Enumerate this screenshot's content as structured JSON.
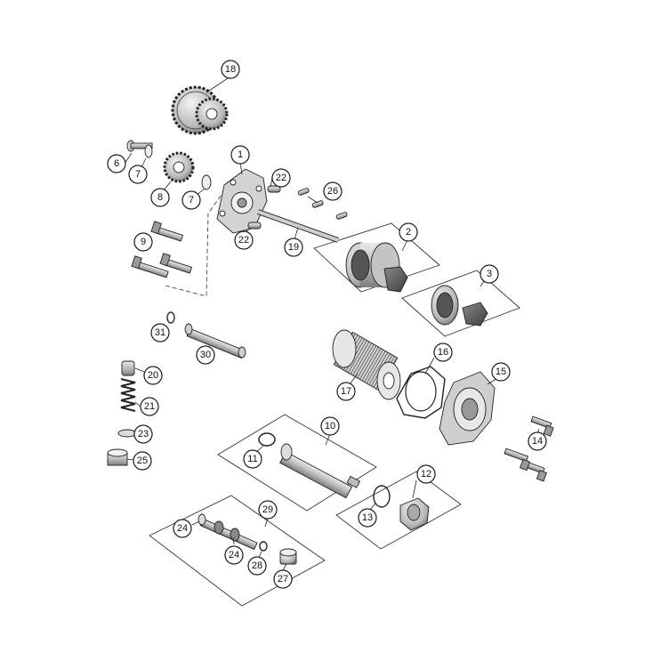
{
  "callouts": [
    {
      "id": "c18",
      "label": "18"
    },
    {
      "id": "c1",
      "label": "1"
    },
    {
      "id": "c6",
      "label": "6"
    },
    {
      "id": "c7a",
      "label": "7"
    },
    {
      "id": "c7b",
      "label": "7"
    },
    {
      "id": "c8",
      "label": "8"
    },
    {
      "id": "c22a",
      "label": "22"
    },
    {
      "id": "c22b",
      "label": "22"
    },
    {
      "id": "c26",
      "label": "26"
    },
    {
      "id": "c9",
      "label": "9"
    },
    {
      "id": "c19",
      "label": "19"
    },
    {
      "id": "c2",
      "label": "2"
    },
    {
      "id": "c3",
      "label": "3"
    },
    {
      "id": "c31",
      "label": "31"
    },
    {
      "id": "c30",
      "label": "30"
    },
    {
      "id": "c16",
      "label": "16"
    },
    {
      "id": "c15",
      "label": "15"
    },
    {
      "id": "c17",
      "label": "17"
    },
    {
      "id": "c20",
      "label": "20"
    },
    {
      "id": "c21",
      "label": "21"
    },
    {
      "id": "c23",
      "label": "23"
    },
    {
      "id": "c25",
      "label": "25"
    },
    {
      "id": "c10",
      "label": "10"
    },
    {
      "id": "c11",
      "label": "11"
    },
    {
      "id": "c14",
      "label": "14"
    },
    {
      "id": "c12",
      "label": "12"
    },
    {
      "id": "c13",
      "label": "13"
    },
    {
      "id": "c29",
      "label": "29"
    },
    {
      "id": "c24a",
      "label": "24"
    },
    {
      "id": "c24b",
      "label": "24"
    },
    {
      "id": "c28",
      "label": "28"
    },
    {
      "id": "c27",
      "label": "27"
    }
  ]
}
